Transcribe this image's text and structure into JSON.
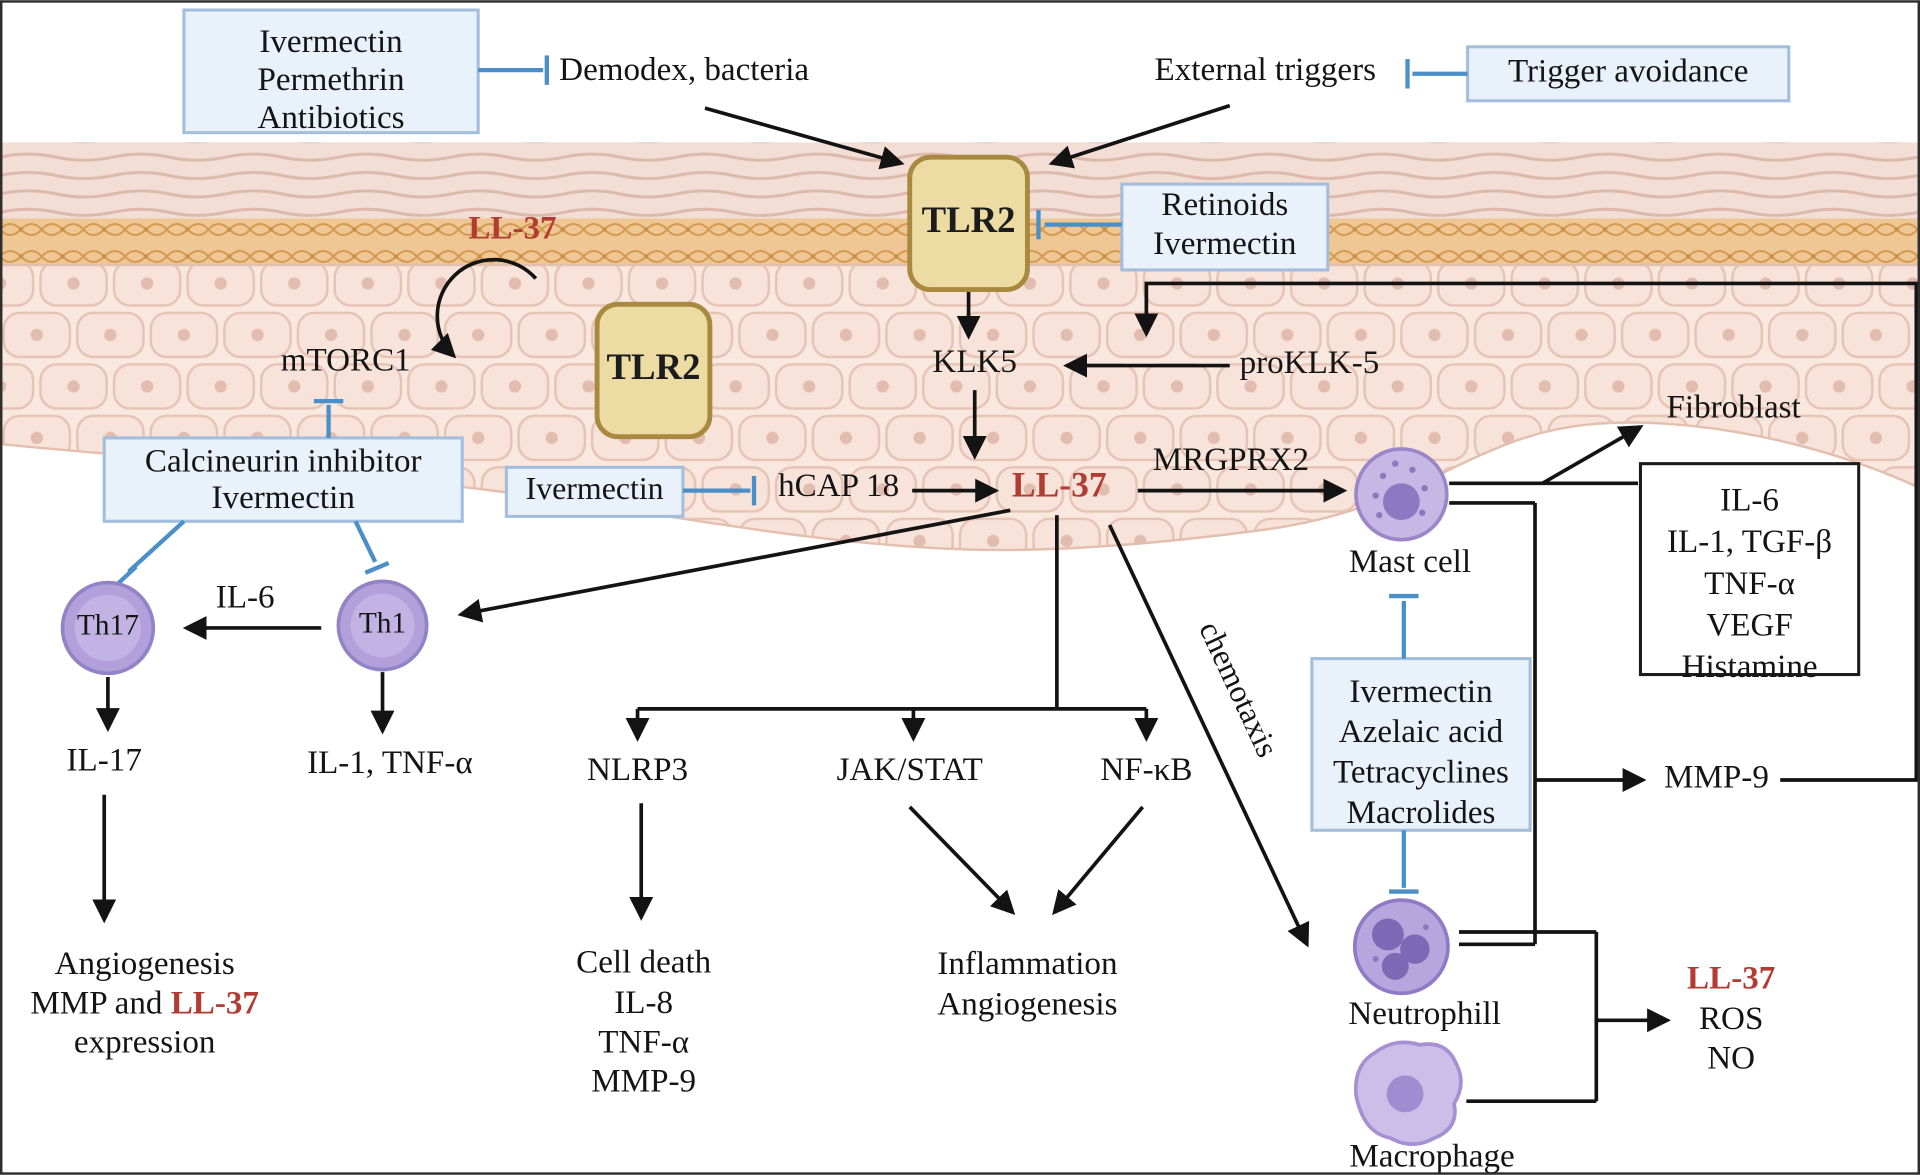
{
  "colors": {
    "red_text": "#b23b32",
    "inhibitor_blue": "#4a8fc7",
    "tlr2_fill": "#ecdca4",
    "tlr2_border": "#a9893f",
    "treatment_box_fill": "#e9f1fb",
    "treatment_box_border": "#a3bedd",
    "cell_purple": "#b7a6de"
  },
  "top": {
    "treatment_box": [
      "Ivermectin",
      "Permethrin",
      "Antibiotics"
    ],
    "demodex": "Demodex, bacteria",
    "external_triggers": "External triggers",
    "trigger_avoidance": "Trigger avoidance",
    "retinoids_box": [
      "Retinoids",
      "Ivermectin"
    ]
  },
  "skin": {
    "tlr2_upper": "TLR2",
    "tlr2_lower": "TLR2",
    "ll37_loop": "LL-37",
    "mtorc1": "mTORC1",
    "klk5": "KLK5",
    "proklk5": "proKLK-5",
    "fibroblast": "Fibroblast"
  },
  "middle": {
    "hcap18": "hCAP 18",
    "ivermectin_box": "Ivermectin",
    "ll37": "LL-37",
    "mrgprx2": "MRGPRX2",
    "mast_cell": "Mast cell",
    "calcineurin_box": [
      "Calcineurin inhibitor",
      "Ivermectin"
    ],
    "mediator_box": [
      "IL-6",
      "IL-1, TGF-β",
      "TNF-α",
      "VEGF",
      "Histamine"
    ]
  },
  "left": {
    "th17": "Th17",
    "th1": "Th1",
    "il6": "IL-6",
    "il17": "IL-17",
    "il1_tnfa": "IL-1, TNF-α",
    "angiogenesis_line1": "Angiogenesis",
    "angiogenesis_line2_prefix": "MMP and ",
    "angiogenesis_line2_red": "LL-37",
    "angiogenesis_line3": "expression"
  },
  "pathways": {
    "nlrp3": "NLRP3",
    "jak_stat": "JAK/STAT",
    "nfkb": "NF-κB",
    "nlrp3_outputs": [
      "Cell death",
      "IL-8",
      "TNF-α",
      "MMP-9"
    ],
    "inflammation_outputs": [
      "Inflammation",
      "Angiogenesis"
    ],
    "chemotaxis": "chemotaxis"
  },
  "right": {
    "treatment_box": [
      "Ivermectin",
      "Azelaic acid",
      "Tetracyclines",
      "Macrolides"
    ],
    "neutrophil": "Neutrophill",
    "macrophage": "Macrophage",
    "mmp9": "MMP-9",
    "outputs_red": "LL-37",
    "outputs": [
      "ROS",
      "NO"
    ]
  }
}
